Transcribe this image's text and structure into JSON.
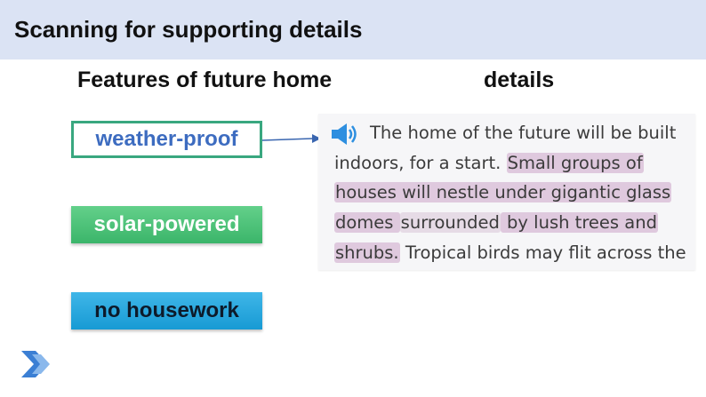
{
  "slide": {
    "title": "Scanning for supporting details"
  },
  "columns": {
    "left_heading": "Features of future home",
    "right_heading": "details"
  },
  "features": [
    {
      "label": "weather-proof",
      "style": "outlined",
      "color": "#39a77f"
    },
    {
      "label": "solar-powered",
      "style": "filled",
      "color": "#4cc27a"
    },
    {
      "label": "no housework",
      "style": "filled",
      "color": "#23a6dd"
    }
  ],
  "passage": {
    "icon": "speaker-icon",
    "line1": "The home of the future will be built",
    "line2a": "indoors, for a start. ",
    "line2b": "Small groups of",
    "line3": "houses will nestle under gigantic glass",
    "line4a": "domes ",
    "line4b": "surrounded",
    "line4c": " by lush trees and",
    "line5a": "shrubs.",
    "line5b": " Tropical birds may flit across the"
  },
  "colors": {
    "header_band": "#dbe3f4",
    "highlight": "#dfc9de",
    "arrow": "#3a66b0"
  }
}
